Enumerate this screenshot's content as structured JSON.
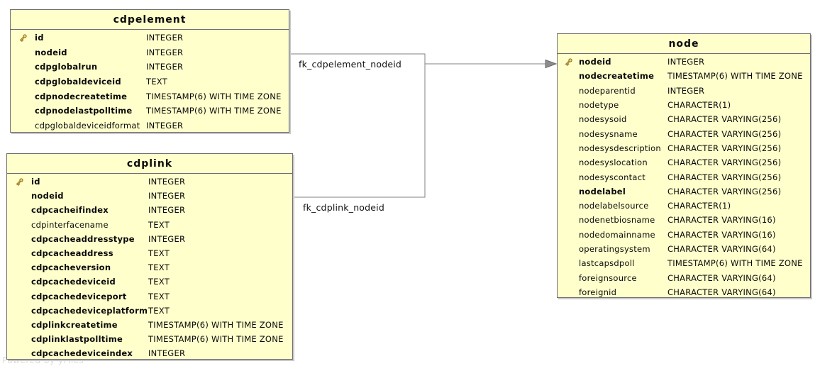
{
  "diagram": {
    "watermark": "Powered by yFiles",
    "colors": {
      "table_fill": "#FFFFCC",
      "table_border": "#6F6F6F",
      "connector": "#808080",
      "arrowhead": "#8C8C8C",
      "key_icon_gold": "#D9B44A",
      "watermark_gray": "#DCDCDC",
      "text": "#0A0A0A"
    }
  },
  "tables": [
    {
      "title": "cdpelement",
      "columns": [
        {
          "name": "id",
          "type": "INTEGER",
          "bold": true,
          "key": true
        },
        {
          "name": "nodeid",
          "type": "INTEGER",
          "bold": true,
          "key": false
        },
        {
          "name": "cdpglobalrun",
          "type": "INTEGER",
          "bold": true,
          "key": false
        },
        {
          "name": "cdpglobaldeviceid",
          "type": "TEXT",
          "bold": true,
          "key": false
        },
        {
          "name": "cdpnodecreatetime",
          "type": "TIMESTAMP(6) WITH TIME ZONE",
          "bold": true,
          "key": false
        },
        {
          "name": "cdpnodelastpolltime",
          "type": "TIMESTAMP(6) WITH TIME ZONE",
          "bold": true,
          "key": false
        },
        {
          "name": "cdpglobaldeviceidformat",
          "type": "INTEGER",
          "bold": false,
          "key": false
        }
      ]
    },
    {
      "title": "cdplink",
      "columns": [
        {
          "name": "id",
          "type": "INTEGER",
          "bold": true,
          "key": true
        },
        {
          "name": "nodeid",
          "type": "INTEGER",
          "bold": true,
          "key": false
        },
        {
          "name": "cdpcacheifindex",
          "type": "INTEGER",
          "bold": true,
          "key": false
        },
        {
          "name": "cdpinterfacename",
          "type": "TEXT",
          "bold": false,
          "key": false
        },
        {
          "name": "cdpcacheaddresstype",
          "type": "INTEGER",
          "bold": true,
          "key": false
        },
        {
          "name": "cdpcacheaddress",
          "type": "TEXT",
          "bold": true,
          "key": false
        },
        {
          "name": "cdpcacheversion",
          "type": "TEXT",
          "bold": true,
          "key": false
        },
        {
          "name": "cdpcachedeviceid",
          "type": "TEXT",
          "bold": true,
          "key": false
        },
        {
          "name": "cdpcachedeviceport",
          "type": "TEXT",
          "bold": true,
          "key": false
        },
        {
          "name": "cdpcachedeviceplatform",
          "type": "TEXT",
          "bold": true,
          "key": false
        },
        {
          "name": "cdplinkcreatetime",
          "type": "TIMESTAMP(6) WITH TIME ZONE",
          "bold": true,
          "key": false
        },
        {
          "name": "cdplinklastpolltime",
          "type": "TIMESTAMP(6) WITH TIME ZONE",
          "bold": true,
          "key": false
        },
        {
          "name": "cdpcachedeviceindex",
          "type": "INTEGER",
          "bold": true,
          "key": false
        }
      ]
    },
    {
      "title": "node",
      "columns": [
        {
          "name": "nodeid",
          "type": "INTEGER",
          "bold": true,
          "key": true
        },
        {
          "name": "nodecreatetime",
          "type": "TIMESTAMP(6) WITH TIME ZONE",
          "bold": true,
          "key": false
        },
        {
          "name": "nodeparentid",
          "type": "INTEGER",
          "bold": false,
          "key": false
        },
        {
          "name": "nodetype",
          "type": "CHARACTER(1)",
          "bold": false,
          "key": false
        },
        {
          "name": "nodesysoid",
          "type": "CHARACTER VARYING(256)",
          "bold": false,
          "key": false
        },
        {
          "name": "nodesysname",
          "type": "CHARACTER VARYING(256)",
          "bold": false,
          "key": false
        },
        {
          "name": "nodesysdescription",
          "type": "CHARACTER VARYING(256)",
          "bold": false,
          "key": false
        },
        {
          "name": "nodesyslocation",
          "type": "CHARACTER VARYING(256)",
          "bold": false,
          "key": false
        },
        {
          "name": "nodesyscontact",
          "type": "CHARACTER VARYING(256)",
          "bold": false,
          "key": false
        },
        {
          "name": "nodelabel",
          "type": "CHARACTER VARYING(256)",
          "bold": true,
          "key": false
        },
        {
          "name": "nodelabelsource",
          "type": "CHARACTER(1)",
          "bold": false,
          "key": false
        },
        {
          "name": "nodenetbiosname",
          "type": "CHARACTER VARYING(16)",
          "bold": false,
          "key": false
        },
        {
          "name": "nodedomainname",
          "type": "CHARACTER VARYING(16)",
          "bold": false,
          "key": false
        },
        {
          "name": "operatingsystem",
          "type": "CHARACTER VARYING(64)",
          "bold": false,
          "key": false
        },
        {
          "name": "lastcapsdpoll",
          "type": "TIMESTAMP(6) WITH TIME ZONE",
          "bold": false,
          "key": false
        },
        {
          "name": "foreignsource",
          "type": "CHARACTER VARYING(64)",
          "bold": false,
          "key": false
        },
        {
          "name": "foreignid",
          "type": "CHARACTER VARYING(64)",
          "bold": false,
          "key": false
        }
      ]
    }
  ],
  "relationships": [
    {
      "label": "fk_cdpelement_nodeid",
      "from": "cdpelement",
      "to": "node"
    },
    {
      "label": "fk_cdplink_nodeid",
      "from": "cdplink",
      "to": "node"
    }
  ]
}
